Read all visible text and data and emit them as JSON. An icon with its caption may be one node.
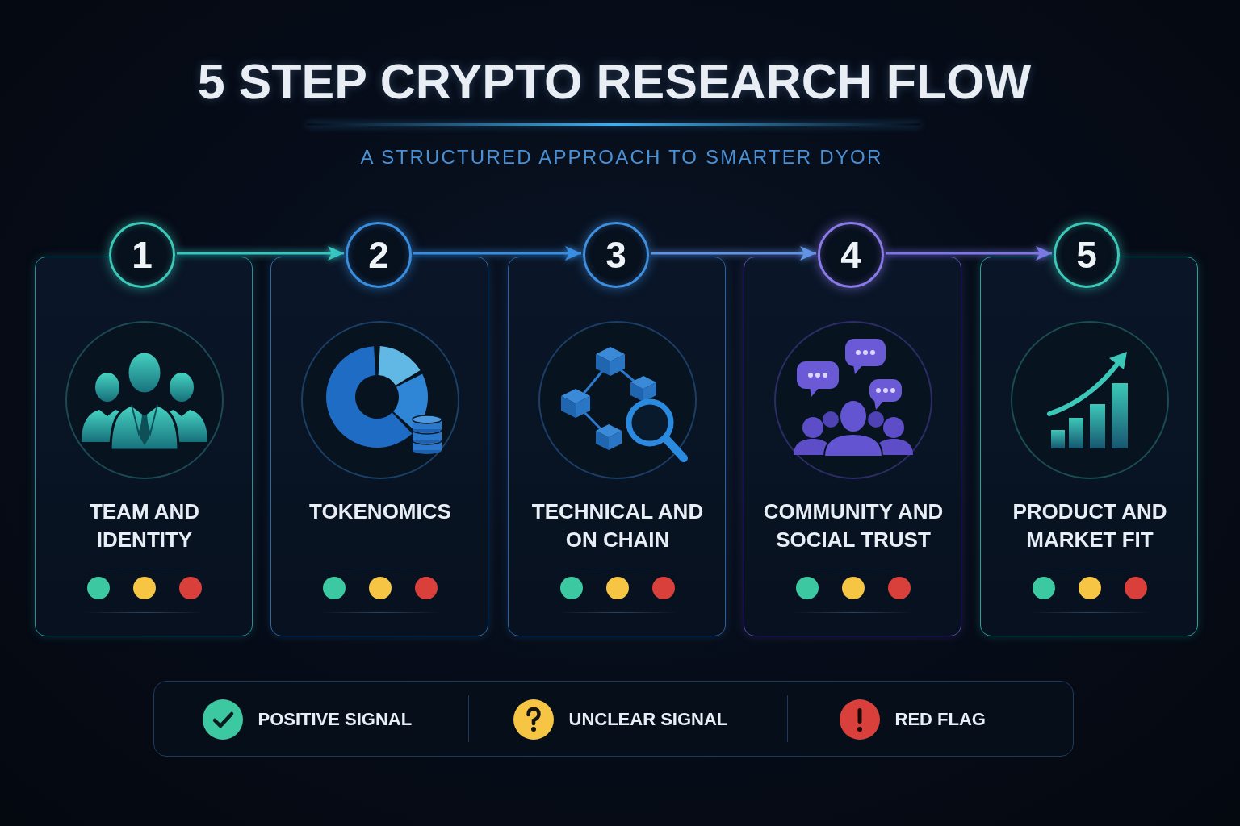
{
  "diagram": {
    "title": "5 STEP CRYPTO RESEARCH FLOW",
    "nodes": [
      {
        "text": [
          "1"
        ]
      },
      {
        "text": [
          "TEAM AND IDENTITY"
        ]
      },
      {
        "text": [
          "2"
        ]
      },
      {
        "text": [
          "TOKENOMICS"
        ]
      },
      {
        "text": [
          "3"
        ]
      },
      {
        "text": [
          "TECHNICAL AND ON CHAIN"
        ]
      },
      {
        "text": [
          "4"
        ]
      },
      {
        "text": [
          "COMMUNITY AND SOCIAL TRUST"
        ]
      },
      {
        "text": [
          "5"
        ]
      },
      {
        "text": [
          "PRODUCT AND MARKET FIT"
        ]
      }
    ],
    "edges": [
      {
        "from": 0,
        "to": 2,
        "arrow": "to",
        "color": "#38c6c0"
      },
      {
        "from": 2,
        "to": 4,
        "arrow": "to",
        "color": "#3a8ee0"
      },
      {
        "from": 4,
        "to": 6,
        "arrow": "to",
        "color": "#6294e6"
      },
      {
        "from": 6,
        "to": 8,
        "arrow": "to",
        "color": "#7c78e4"
      }
    ],
    "labels": [
      "A STRUCTURED APPROACH TO SMARTER DYOR"
    ],
    "legend": [
      {
        "text": "POSITIVE SIGNAL",
        "color": "#3cc8a0"
      },
      {
        "text": "UNCLEAR SIGNAL",
        "color": "#f6c544"
      },
      {
        "text": "RED FLAG",
        "color": "#d9403b"
      }
    ]
  }
}
